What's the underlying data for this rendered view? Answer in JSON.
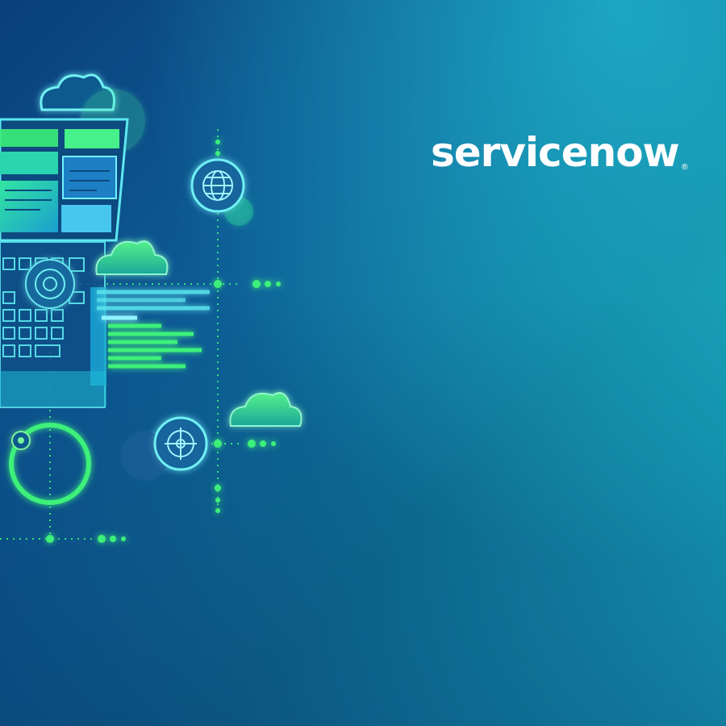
{
  "brand": {
    "name": "servicenow",
    "registered_mark": "®",
    "text_color": "#ffffff"
  },
  "colors": {
    "background_dark": "#0a3f7c",
    "background_light": "#1cc8d6",
    "accent_green": "#3cf07a",
    "accent_cyan": "#39e6f0"
  },
  "illustration": {
    "icons": [
      "cloud-icon",
      "laptop-icon",
      "globe-icon",
      "target-icon",
      "code-lines",
      "glowing-ring"
    ]
  }
}
